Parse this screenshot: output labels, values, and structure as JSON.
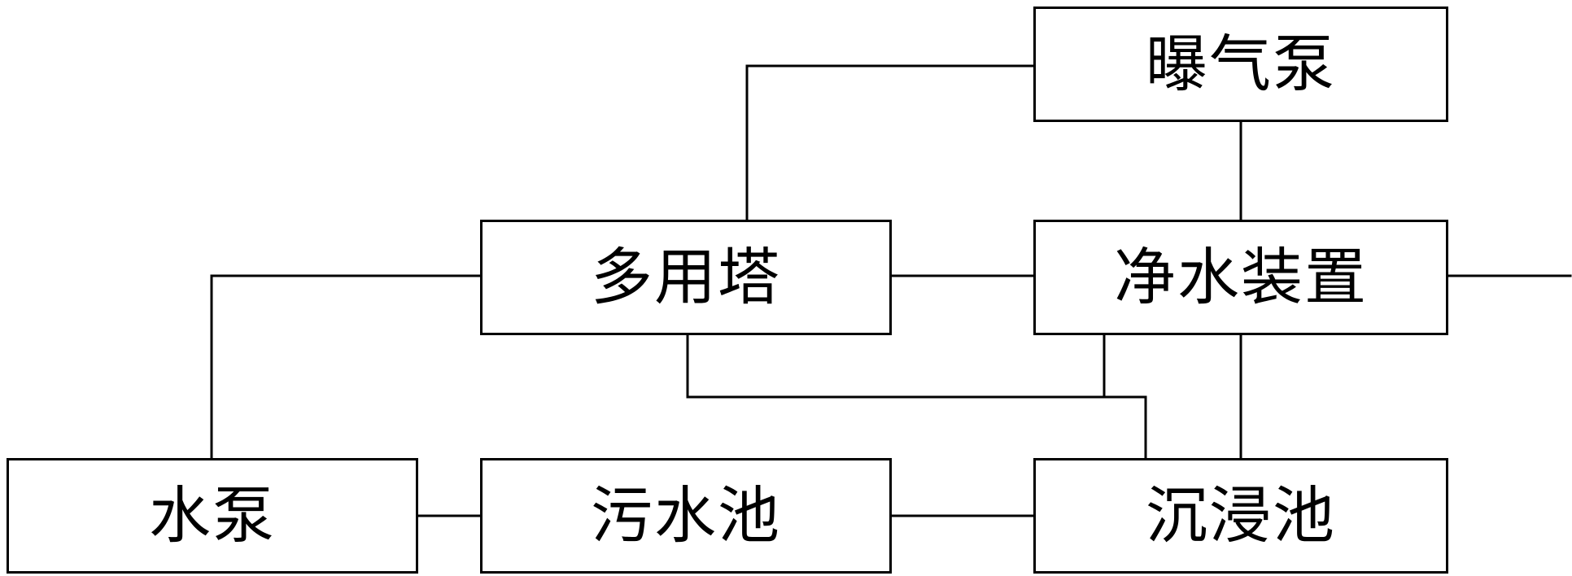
{
  "diagram": {
    "nodes": {
      "aeration_pump": "曝气泵",
      "multi_tower": "多用塔",
      "purifier": "净水装置",
      "water_pump": "水泵",
      "sewage_pool": "污水池",
      "settling_pool": "沉浸池"
    },
    "connections": [
      [
        "multi_tower",
        "aeration_pump"
      ],
      [
        "aeration_pump",
        "purifier"
      ],
      [
        "multi_tower",
        "purifier"
      ],
      [
        "water_pump",
        "multi_tower"
      ],
      [
        "multi_tower",
        "settling_pool"
      ],
      [
        "purifier",
        "settling_pool"
      ],
      [
        "water_pump",
        "sewage_pool"
      ],
      [
        "sewage_pool",
        "settling_pool"
      ]
    ],
    "colors": {
      "line": "#000000",
      "box_border": "#000000",
      "background": "#ffffff"
    }
  }
}
